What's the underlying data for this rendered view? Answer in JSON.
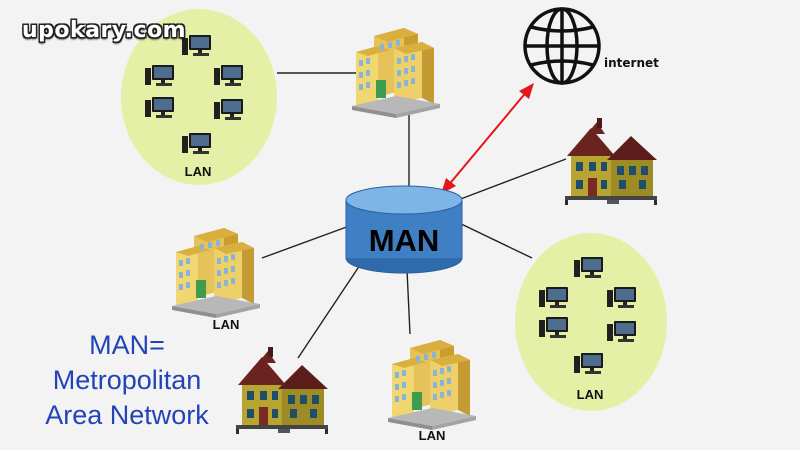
{
  "watermark": "upokary.com",
  "hub_label": "MAN",
  "internet_label": "internet",
  "lan_label": "LAN",
  "caption": [
    "MAN=",
    "Metropolitan",
    "Area Network"
  ],
  "colors": {
    "lan_circle": "#e3f0a6",
    "hub_blue": "#3f7fc4",
    "arrow_red": "#e3161b",
    "caption_blue": "#2343b8"
  }
}
